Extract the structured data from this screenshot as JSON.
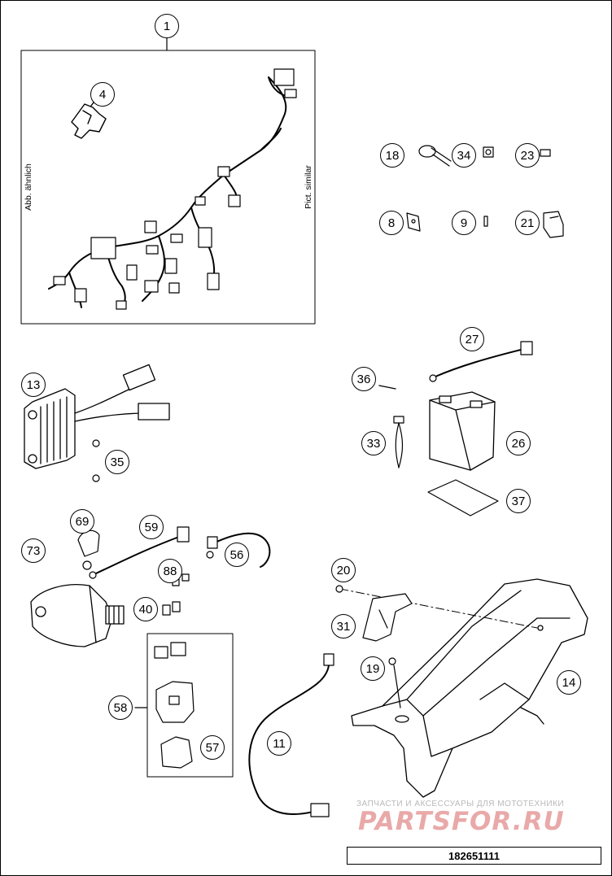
{
  "callouts": [
    {
      "id": "c1",
      "label": "1"
    },
    {
      "id": "c4",
      "label": "4"
    },
    {
      "id": "c18",
      "label": "18"
    },
    {
      "id": "c34",
      "label": "34"
    },
    {
      "id": "c23",
      "label": "23"
    },
    {
      "id": "c8",
      "label": "8"
    },
    {
      "id": "c9",
      "label": "9"
    },
    {
      "id": "c21",
      "label": "21"
    },
    {
      "id": "c13",
      "label": "13"
    },
    {
      "id": "c35",
      "label": "35"
    },
    {
      "id": "c27",
      "label": "27"
    },
    {
      "id": "c36",
      "label": "36"
    },
    {
      "id": "c33",
      "label": "33"
    },
    {
      "id": "c26",
      "label": "26"
    },
    {
      "id": "c37",
      "label": "37"
    },
    {
      "id": "c69",
      "label": "69"
    },
    {
      "id": "c59",
      "label": "59"
    },
    {
      "id": "c73",
      "label": "73"
    },
    {
      "id": "c56",
      "label": "56"
    },
    {
      "id": "c88",
      "label": "88"
    },
    {
      "id": "c40",
      "label": "40"
    },
    {
      "id": "c20",
      "label": "20"
    },
    {
      "id": "c31",
      "label": "31"
    },
    {
      "id": "c19",
      "label": "19"
    },
    {
      "id": "c14",
      "label": "14"
    },
    {
      "id": "c58",
      "label": "58"
    },
    {
      "id": "c57",
      "label": "57"
    },
    {
      "id": "c11",
      "label": "11"
    }
  ],
  "harness_box": {
    "label_left": "Abb. ähnlich",
    "label_right": "Pict. similar"
  },
  "watermark": {
    "text": "ЗАПЧАСТИ И АКСЕССУАРЫ ДЛЯ МОТОТЕХНИКИ",
    "logo": "PARTSFOR.RU"
  },
  "document_number": "182651111"
}
